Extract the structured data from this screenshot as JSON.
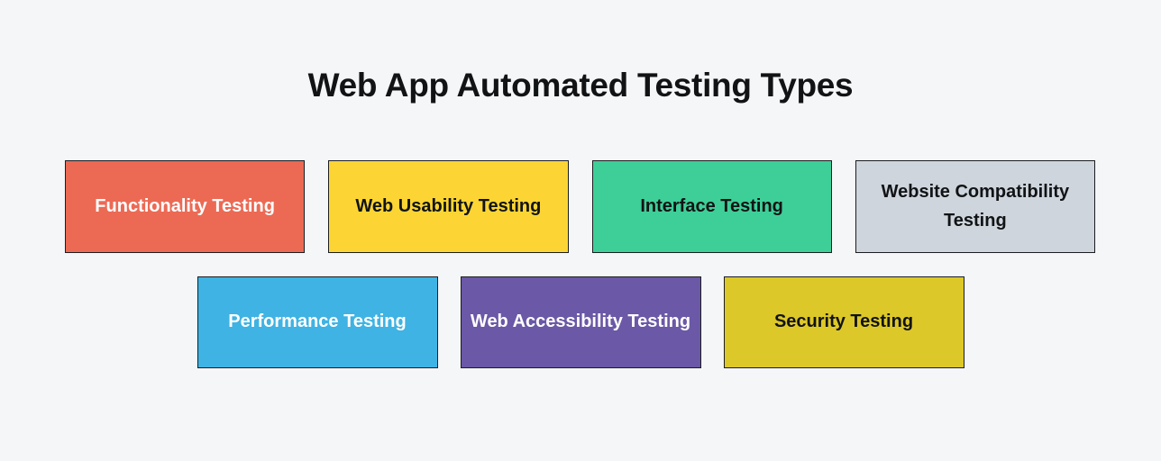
{
  "page": {
    "title": "Web App Automated Testing Types",
    "background_color": "#f4f6f8",
    "title_color": "#111315"
  },
  "rows": [
    {
      "name": "row-one",
      "cards": [
        {
          "label": "Functionality Testing",
          "background_color": "#ec6a54",
          "text_color": "#ffffff",
          "border_color": "#1c1d21"
        },
        {
          "label": "Web Usability Testing",
          "background_color": "#fcd534",
          "text_color": "#111315",
          "border_color": "#1c1d21"
        },
        {
          "label": "Interface Testing",
          "background_color": "#3ecf98",
          "text_color": "#111315",
          "border_color": "#1c1d21"
        },
        {
          "label": "Website Compatibility Testing",
          "background_color": "#ced5dd",
          "text_color": "#111315",
          "border_color": "#1c1d21"
        }
      ]
    },
    {
      "name": "row-two",
      "cards": [
        {
          "label": "Performance Testing",
          "background_color": "#3fb3e3",
          "text_color": "#ffffff",
          "border_color": "#1c1d21"
        },
        {
          "label": "Web Accessibility Testing",
          "background_color": "#6b58a6",
          "text_color": "#ffffff",
          "border_color": "#1c1d21"
        },
        {
          "label": "Security Testing",
          "background_color": "#ddc829",
          "text_color": "#111315",
          "border_color": "#1c1d21"
        }
      ]
    }
  ]
}
